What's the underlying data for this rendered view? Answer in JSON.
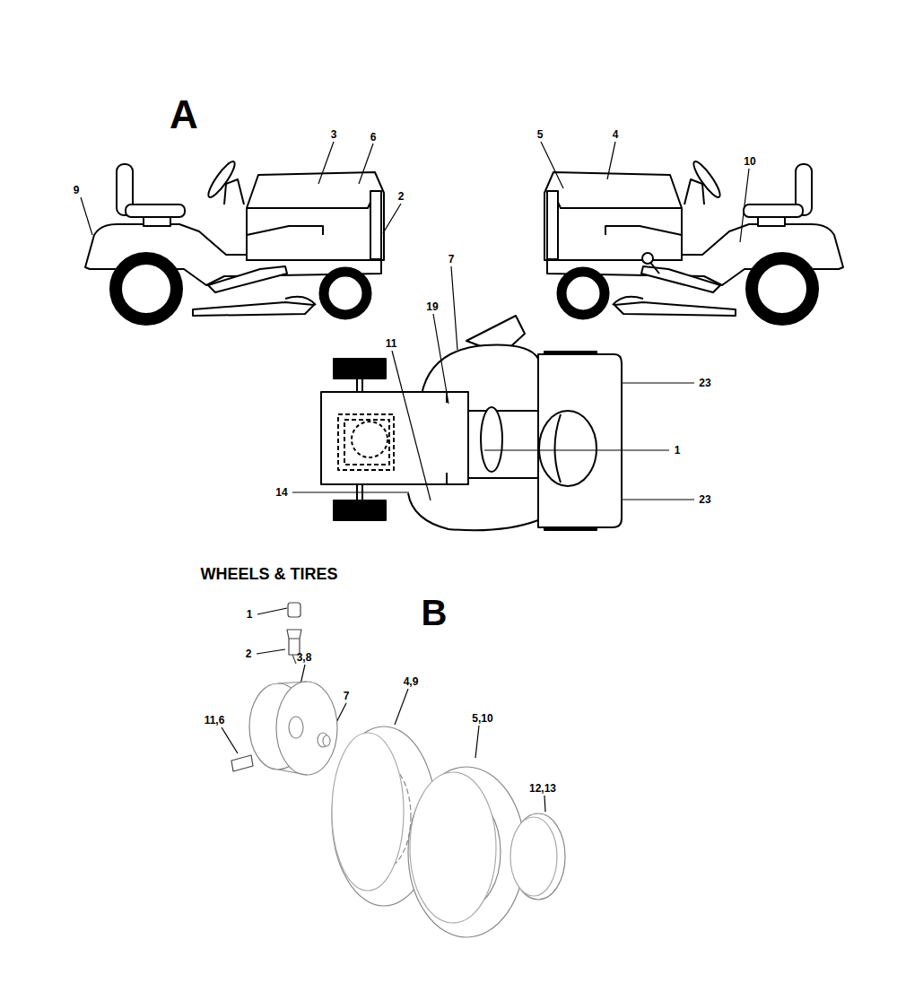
{
  "diagram": {
    "labels": [
      "A",
      "3",
      "6",
      "9",
      "2",
      "5",
      "4",
      "10",
      "7",
      "19",
      "11",
      "23",
      "1",
      "14",
      "23",
      "WHEELS & TIRES",
      "B",
      "1",
      "2",
      "3,8",
      "11,6",
      "7",
      "4,9",
      "5,10",
      "12,13"
    ]
  }
}
